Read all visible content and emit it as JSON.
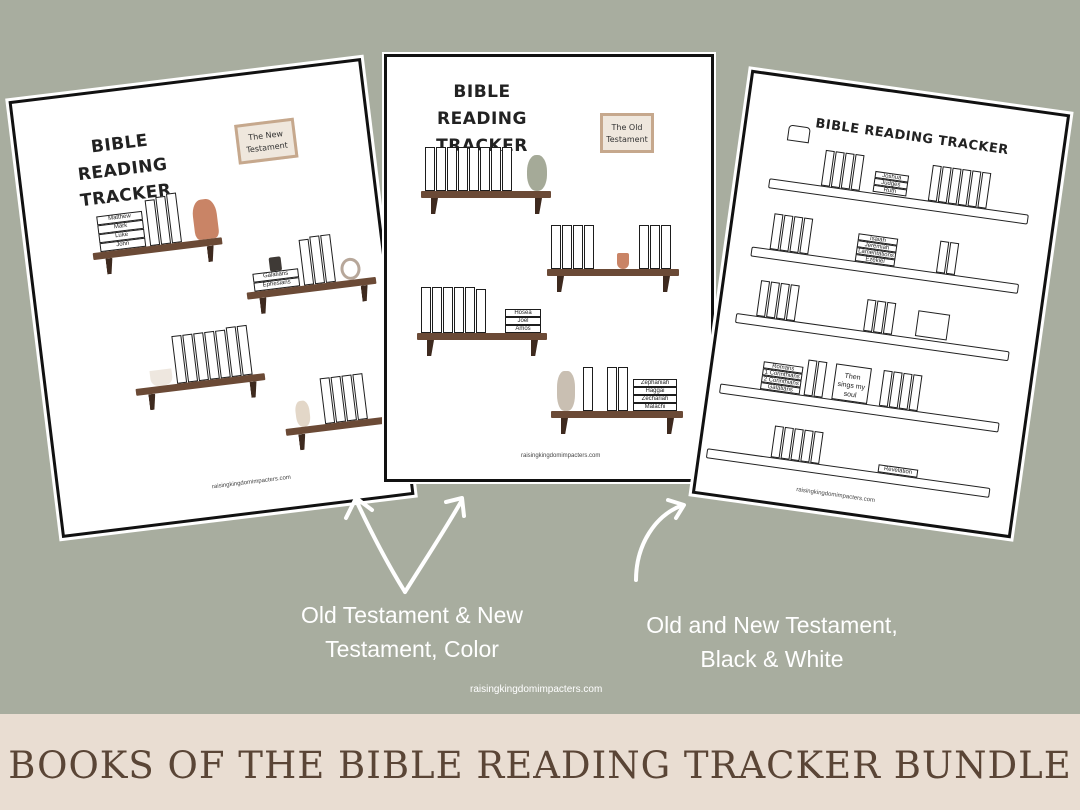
{
  "left_page": {
    "title_line1": "BIBLE READING",
    "title_line2": "TRACKER",
    "sign_text": "The New Testament",
    "stack_books": [
      "Matthew",
      "Mark",
      "Luke",
      "John"
    ],
    "stack_books_2": [
      "Galatians",
      "Ephesians"
    ],
    "url": "raisingkingdomimpacters.com"
  },
  "middle_page": {
    "title_line1": "BIBLE READING",
    "title_line2": "TRACKER",
    "sign_text": "The Old Testament",
    "stack_books": [
      "Hosea",
      "Joel",
      "Amos"
    ],
    "stack_books_2": [
      "Zephaniah",
      "Haggai",
      "Zechariah",
      "Malachi"
    ],
    "url": "raisingkingdomimpacters.com"
  },
  "right_page": {
    "title": "BIBLE READING TRACKER",
    "stack_books": [
      "Joshua",
      "Judges",
      "Ruth"
    ],
    "stack_books_2": [
      "Isaiah",
      "Jeremiah",
      "Lamentations",
      "Ezekiel"
    ],
    "stack_books_3": [
      "Romans",
      "1 Corinthians",
      "2 Corinthians",
      "Galatians"
    ],
    "frame_text": "Then sings my soul",
    "last_book": "Revelation",
    "url": "raisingkingdomimpacters.com"
  },
  "captions": {
    "color": "Old Testament & New Testament, Color",
    "bw": "Old and New Testament, Black & White"
  },
  "site_url": "raisingkingdomimpacters.com",
  "footer_title": "BOOKS OF THE BIBLE READING TRACKER BUNDLE",
  "colors": {
    "background": "#a8ad9f",
    "footer_band": "#e9ddd2",
    "footer_text": "#5a4536",
    "shelf": "#6b4a36"
  }
}
